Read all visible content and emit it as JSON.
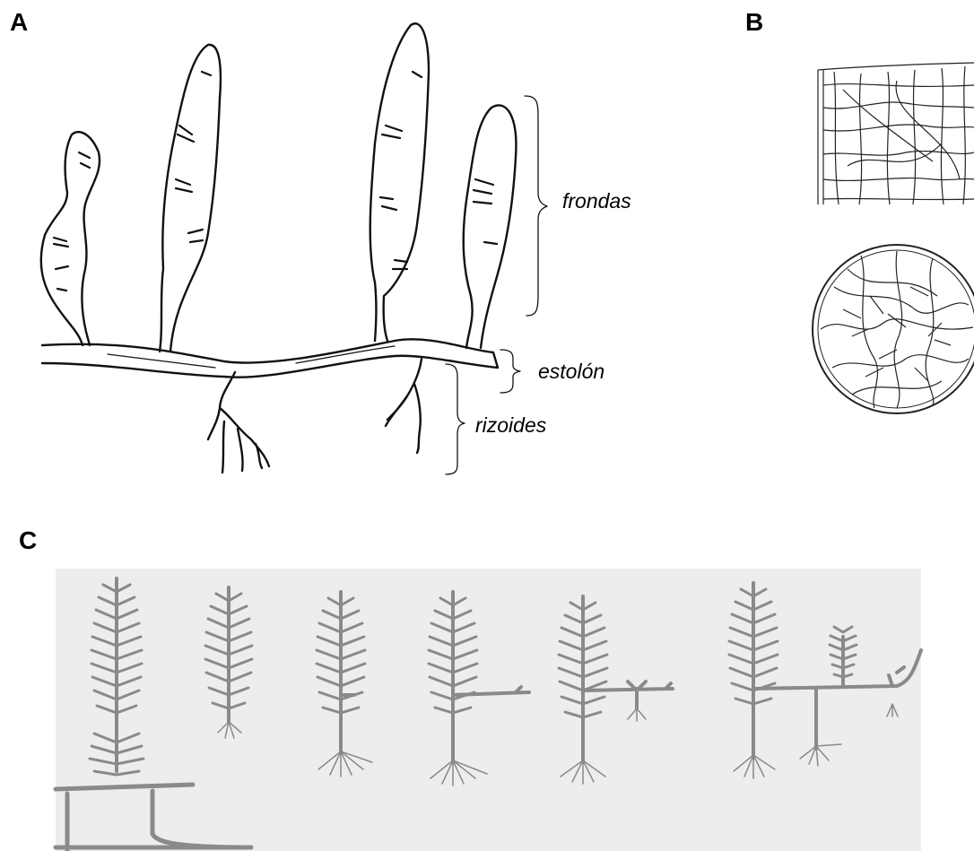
{
  "panels": {
    "a": {
      "letter": "A"
    },
    "b": {
      "letter": "B"
    },
    "c": {
      "letter": "C"
    }
  },
  "labels": {
    "fronds": "frondas",
    "stolon": "estolón",
    "rhizoids": "rizoides"
  },
  "colors": {
    "ink": "#111111",
    "sketch_gray": "#8a8a8a",
    "background_panel_c": "#ededed"
  }
}
